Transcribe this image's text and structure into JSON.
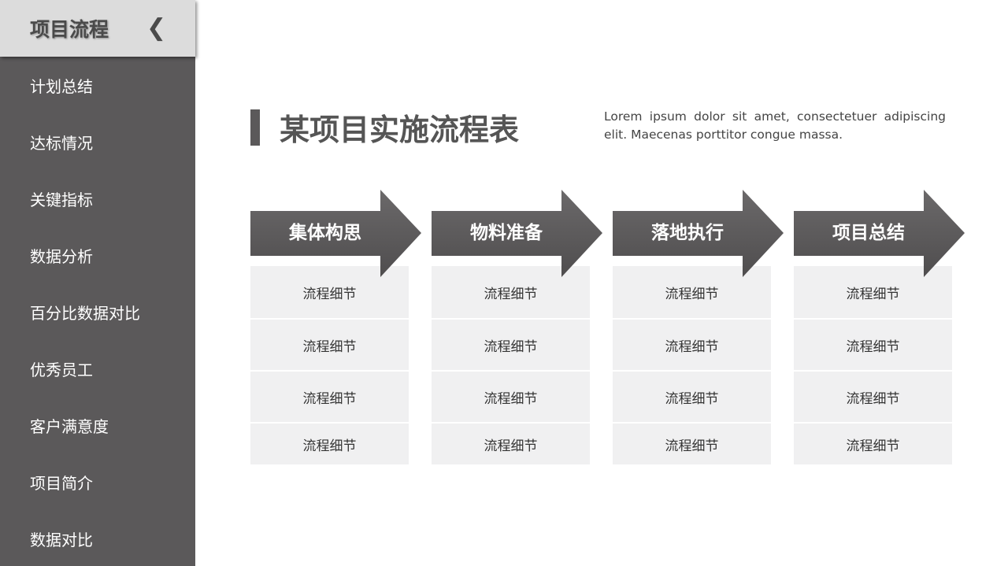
{
  "sidebar": {
    "title": "项目流程",
    "collapse_icon": "chevron-left-icon",
    "items": [
      "计划总结",
      "达标情况",
      "关键指标",
      "数据分析",
      "百分比数据对比",
      "优秀员工",
      "客户满意度",
      "项目简介",
      "数据对比"
    ]
  },
  "main": {
    "title": "某项目实施流程表",
    "description": "Lorem ipsum dolor sit amet, consectetuer adipiscing elit. Maecenas porttitor congue massa.",
    "columns": [
      {
        "label": "集体构思",
        "rows": [
          "流程细节",
          "流程细节",
          "流程细节",
          "流程细节"
        ]
      },
      {
        "label": "物料准备",
        "rows": [
          "流程细节",
          "流程细节",
          "流程细节",
          "流程细节"
        ]
      },
      {
        "label": "落地执行",
        "rows": [
          "流程细节",
          "流程细节",
          "流程细节",
          "流程细节"
        ]
      },
      {
        "label": "项目总结",
        "rows": [
          "流程细节",
          "流程细节",
          "流程细节",
          "流程细节"
        ]
      }
    ]
  },
  "colors": {
    "sidebar": "#5b595a",
    "sidebar_header": "#dcdcdc",
    "arrow": "#5e5c5d",
    "cell": "#f0f0f1"
  }
}
